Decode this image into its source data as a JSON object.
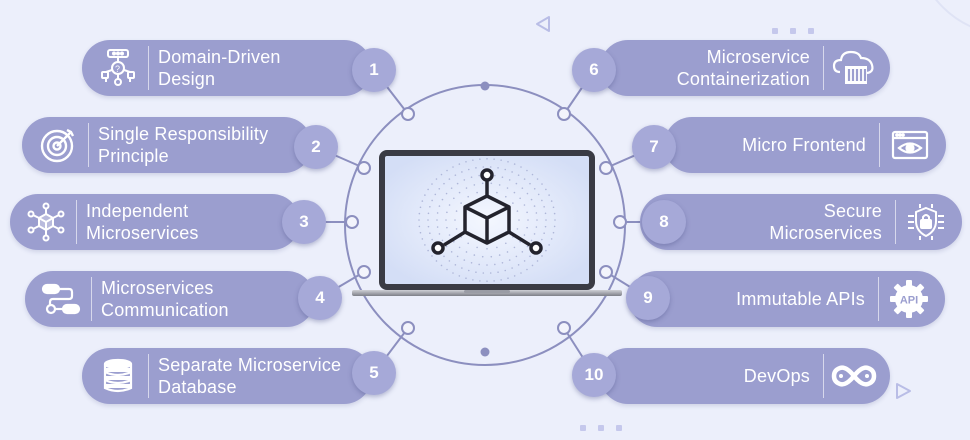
{
  "items": [
    {
      "num": "1",
      "lines": [
        "Domain-Driven",
        "Design"
      ],
      "icon": "domain-model-icon"
    },
    {
      "num": "2",
      "lines": [
        "Single Responsibility",
        "Principle"
      ],
      "icon": "target-icon"
    },
    {
      "num": "3",
      "lines": [
        "Independent",
        "Microservices"
      ],
      "icon": "cube-network-icon"
    },
    {
      "num": "4",
      "lines": [
        "Microservices",
        "Communication"
      ],
      "icon": "flow-icon"
    },
    {
      "num": "5",
      "lines": [
        "Separate Microservice",
        "Database"
      ],
      "icon": "database-icon"
    },
    {
      "num": "6",
      "lines": [
        "Microservice",
        "Containerization"
      ],
      "icon": "cloud-container-icon"
    },
    {
      "num": "7",
      "lines": [
        "Micro Frontend"
      ],
      "icon": "browser-eye-icon"
    },
    {
      "num": "8",
      "lines": [
        "Secure",
        "Microservices"
      ],
      "icon": "security-chip-icon"
    },
    {
      "num": "9",
      "lines": [
        "Immutable APIs"
      ],
      "icon": "api-gear-icon"
    },
    {
      "num": "10",
      "lines": [
        "DevOps"
      ],
      "icon": "infinity-icon"
    }
  ],
  "colors": {
    "background": "#eceffb",
    "pill": "#9b9ecf",
    "badge": "#a6a9d8",
    "ring": "#8c8fbf",
    "laptop_frame": "#3a3b44",
    "screen": "#dfe6f8",
    "text": "#ffffff"
  },
  "center_icon": "cube-network-icon"
}
